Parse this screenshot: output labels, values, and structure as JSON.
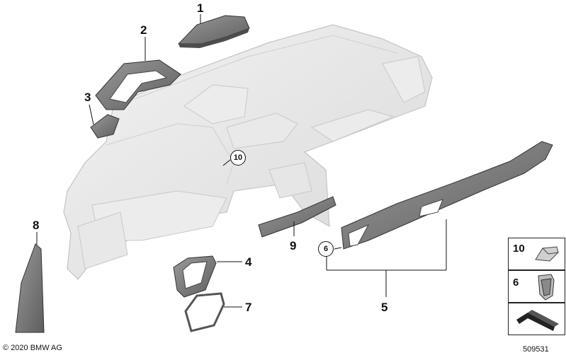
{
  "callouts": {
    "c1": "1",
    "c2": "2",
    "c3": "3",
    "c4": "4",
    "c5": "5",
    "c6": "6",
    "c7": "7",
    "c8": "8",
    "c9": "9",
    "c10": "10"
  },
  "legend": {
    "item10": "10",
    "item6": "6"
  },
  "footer": {
    "copyright": "© 2020 BMW AG",
    "doc_number": "509531"
  },
  "colors": {
    "part_dark": "#7b7b7b",
    "part_light": "#e6e6e6",
    "outline": "#222222"
  }
}
